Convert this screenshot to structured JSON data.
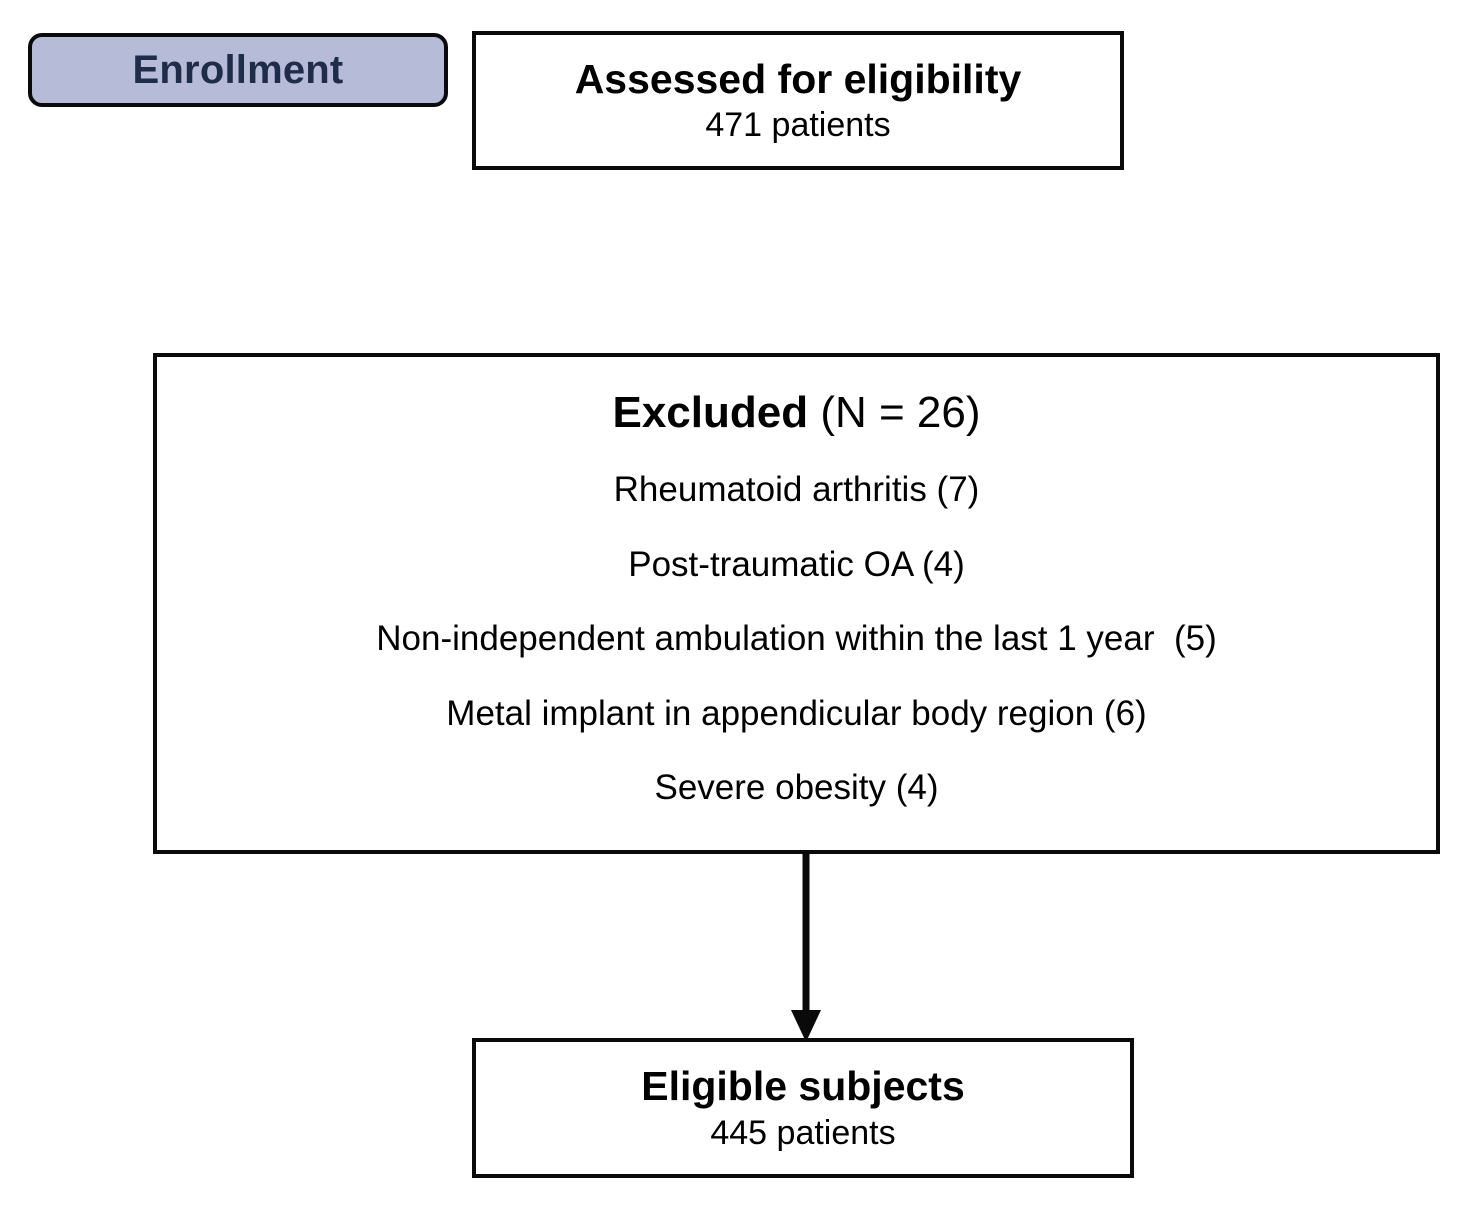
{
  "diagram": {
    "type": "consort-flow-diagram",
    "stage": {
      "label": "Enrollment",
      "fill_color": "#b6bbd8",
      "text_color": "#1f2d4a",
      "border_color": "#0a0a0a"
    },
    "boxes": {
      "assessed": {
        "title": "Assessed for eligibility",
        "subtitle": "471 patients",
        "count": 471
      },
      "excluded": {
        "heading_bold": "Excluded",
        "heading_light": "(N = 26)",
        "total": 26,
        "reasons": [
          {
            "label": "Rheumatoid arthritis (7)",
            "reason": "Rheumatoid arthritis",
            "n": 7
          },
          {
            "label": "Post-traumatic OA (4)",
            "reason": "Post-traumatic OA",
            "n": 4
          },
          {
            "label": "Non-independent ambulation within the last 1 year  (5)",
            "reason": "Non-independent ambulation within the last 1 year",
            "n": 5
          },
          {
            "label": "Metal implant in appendicular body region (6)",
            "reason": "Metal implant in appendicular body region",
            "n": 6
          },
          {
            "label": "Severe obesity (4)",
            "reason": "Severe obesity",
            "n": 4
          }
        ]
      },
      "eligible": {
        "title": "Eligible subjects",
        "subtitle": "445 patients",
        "count": 445
      }
    },
    "connector": {
      "name": "down-arrow",
      "from": "excluded-box",
      "to": "eligible-subjects-box",
      "color": "#0a0a0a"
    }
  }
}
